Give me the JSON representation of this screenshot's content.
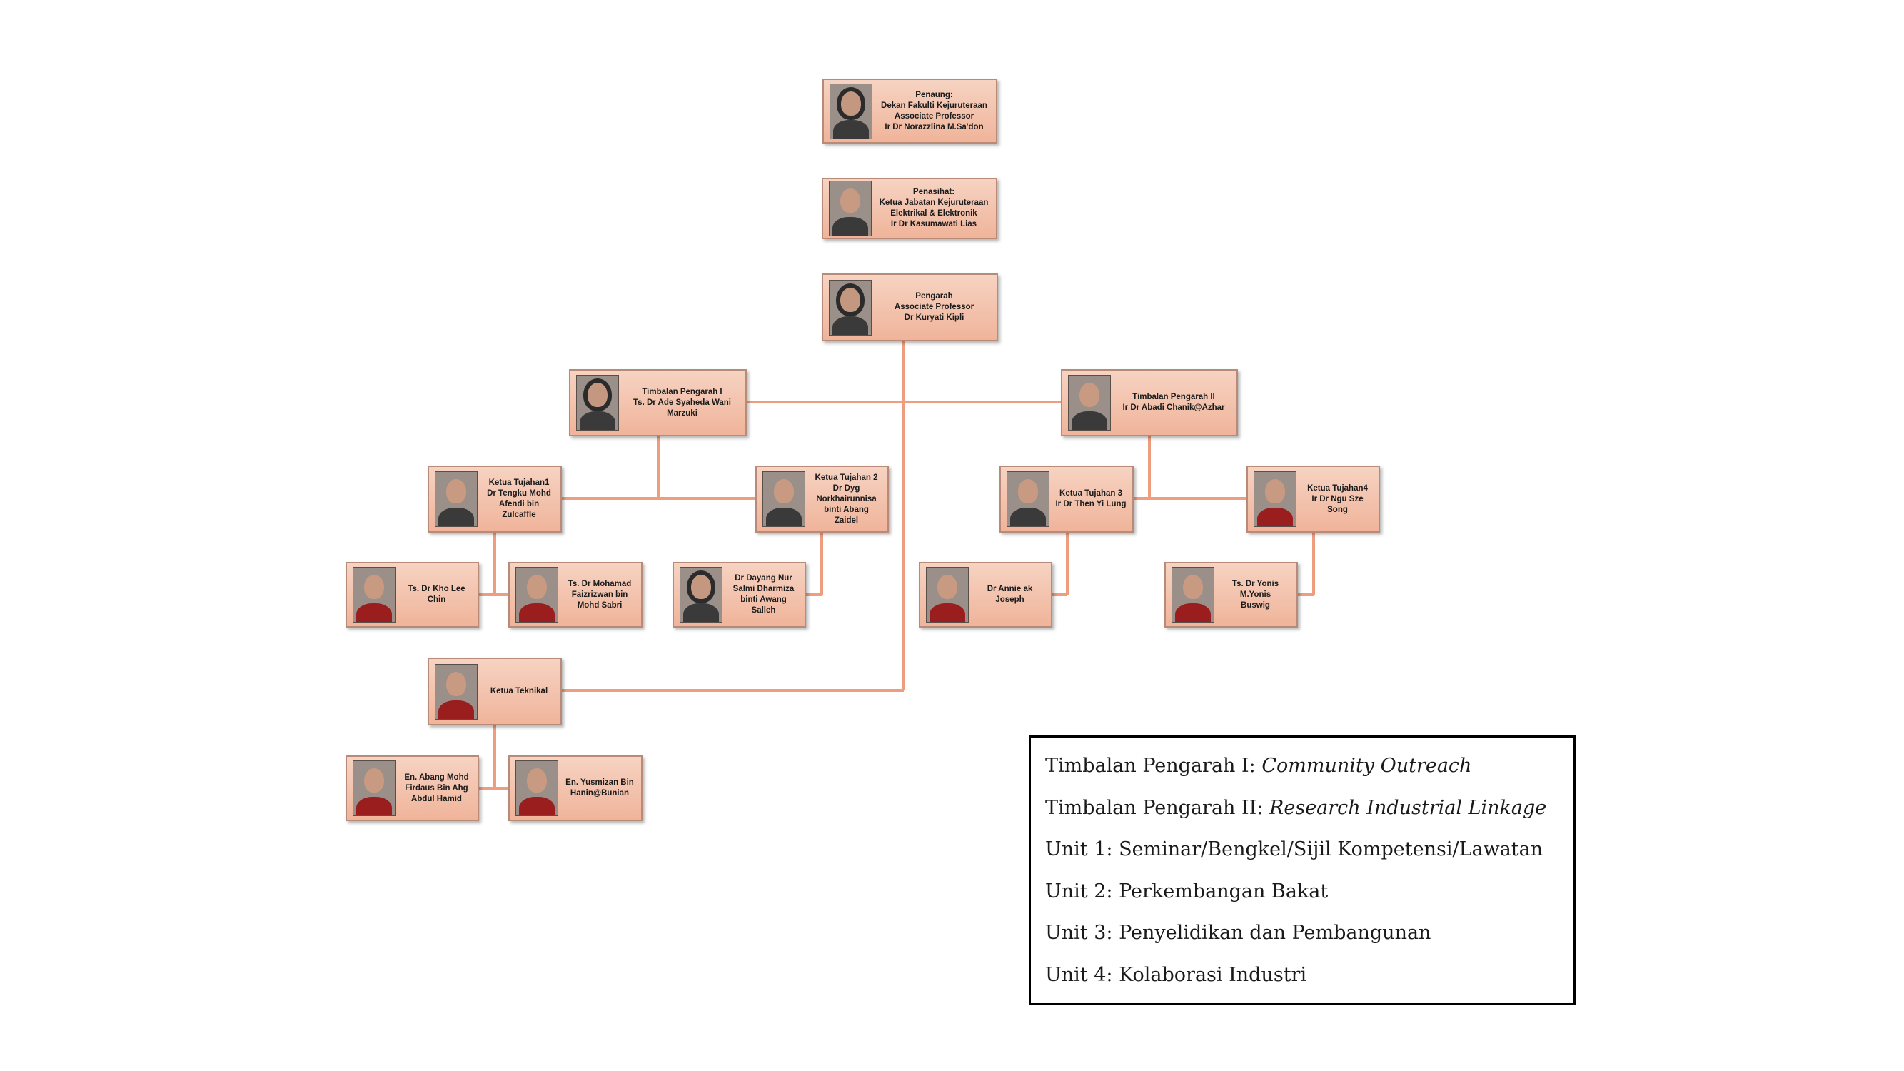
{
  "nodes": [
    {
      "id": "penaung",
      "text": "Penaung:\nDekan Fakulti Kejuruteraan\nAssociate Professor\nIr Dr Norazzlina M.Sa'don"
    },
    {
      "id": "penasihat",
      "text": "Penasihat:\nKetua Jabatan Kejuruteraan\nElektrikal & Elektronik\nIr Dr Kasumawati Lias"
    },
    {
      "id": "pengarah",
      "text": "Pengarah\nAssociate Professor\nDr Kuryati Kipli"
    },
    {
      "id": "tp1",
      "text": "Timbalan Pengarah I\nTs. Dr Ade Syaheda Wani\nMarzuki"
    },
    {
      "id": "tp2",
      "text": "Timbalan Pengarah II\nIr Dr Abadi Chanik@Azhar"
    },
    {
      "id": "kt1",
      "text": "Ketua Tujahan1\nDr Tengku Mohd\nAfendi bin Zulcaffle"
    },
    {
      "id": "kt2",
      "text": "Ketua Tujahan 2\nDr Dyg\nNorkhairunnisa\nbinti Abang Zaidel"
    },
    {
      "id": "kt3",
      "text": "Ketua Tujahan 3\nIr Dr Then Yi Lung"
    },
    {
      "id": "kt4",
      "text": "Ketua Tujahan4\nIr Dr Ngu Sze Song"
    },
    {
      "id": "m1",
      "text": "Ts. Dr Kho Lee Chin"
    },
    {
      "id": "m2",
      "text": "Ts. Dr Mohamad\nFaizrizwan bin\nMohd Sabri"
    },
    {
      "id": "m3",
      "text": "Dr Dayang Nur\nSalmi Dharmiza\nbinti Awang Salleh"
    },
    {
      "id": "m4",
      "text": "Dr Annie ak Joseph"
    },
    {
      "id": "m5",
      "text": "Ts. Dr Yonis M.Yonis\nBuswig"
    },
    {
      "id": "ktek",
      "text": "Ketua Teknikal"
    },
    {
      "id": "m6",
      "text": "En. Abang Mohd\nFirdaus Bin Ahg\nAbdul Hamid"
    },
    {
      "id": "m7",
      "text": "En. Yusmizan Bin\nHanin@Bunian"
    }
  ],
  "legend": [
    {
      "prefix": "Timbalan Pengarah I: ",
      "desc": "Community Outreach"
    },
    {
      "prefix": "Timbalan Pengarah II: ",
      "desc": "Research Industrial Linkage"
    },
    {
      "prefix": "Unit 1: Seminar/Bengkel/Sijil Kompetensi/Lawatan",
      "desc": ""
    },
    {
      "prefix": "Unit 2: Perkembangan Bakat",
      "desc": ""
    },
    {
      "prefix": "Unit 3: Penyelidikan dan Pembangunan",
      "desc": ""
    },
    {
      "prefix": "Unit 4: Kolaborasi Industri",
      "desc": ""
    }
  ],
  "colors": {
    "connector": "#ee9e7e",
    "box_border": "#b88a78"
  }
}
